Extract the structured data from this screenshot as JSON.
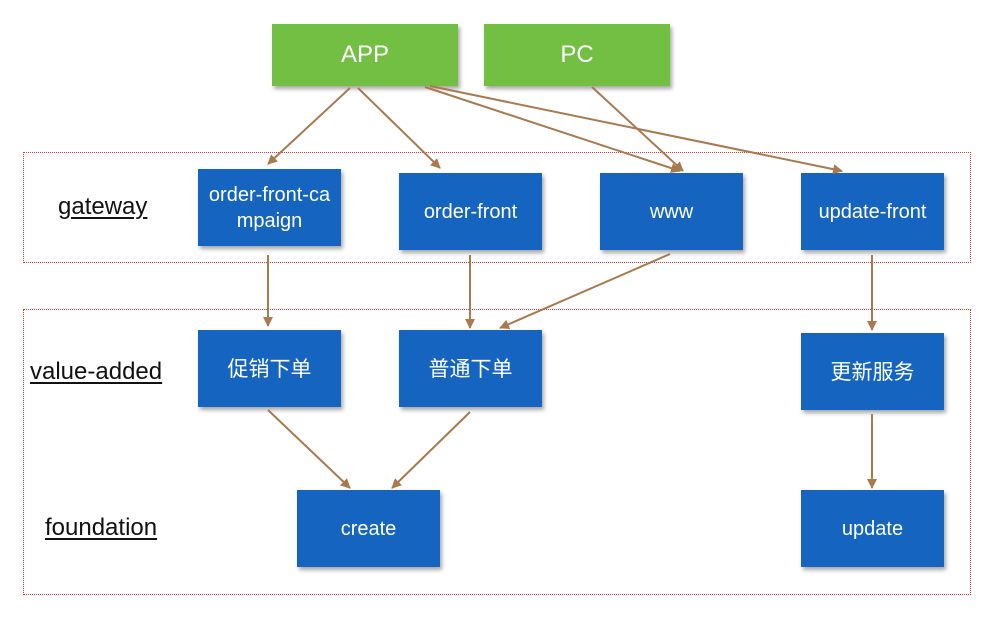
{
  "colors": {
    "client_fill": "#72bf44",
    "service_fill": "#1565c0",
    "arrow": "#a87a4e",
    "layer_border": "#e0312b"
  },
  "layers": {
    "gateway": "gateway",
    "value_added": "value-added",
    "foundation": "foundation"
  },
  "clients": {
    "app": "APP",
    "pc": "PC"
  },
  "gateway_nodes": {
    "order_front_campaign": "order-front-campaign",
    "order_front": "order-front",
    "www": "www",
    "update_front": "update-front"
  },
  "value_added_nodes": {
    "promo_order": "促销下单",
    "normal_order": "普通下单",
    "update_service": "更新服务"
  },
  "foundation_nodes": {
    "create": "create",
    "update": "update"
  }
}
